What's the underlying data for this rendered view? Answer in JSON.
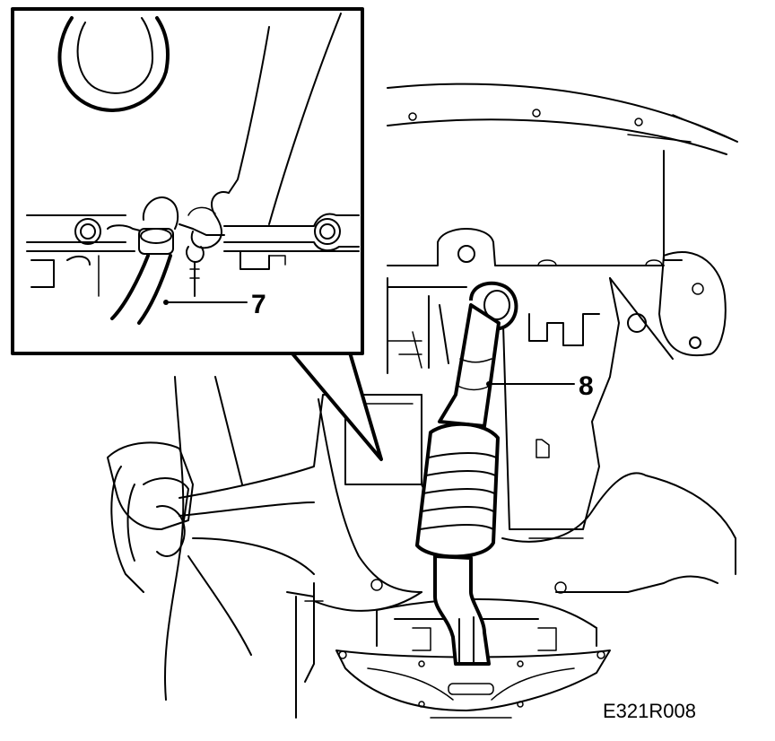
{
  "callouts": {
    "seven": "7",
    "eight": "8"
  },
  "figure_code": "E321R008"
}
